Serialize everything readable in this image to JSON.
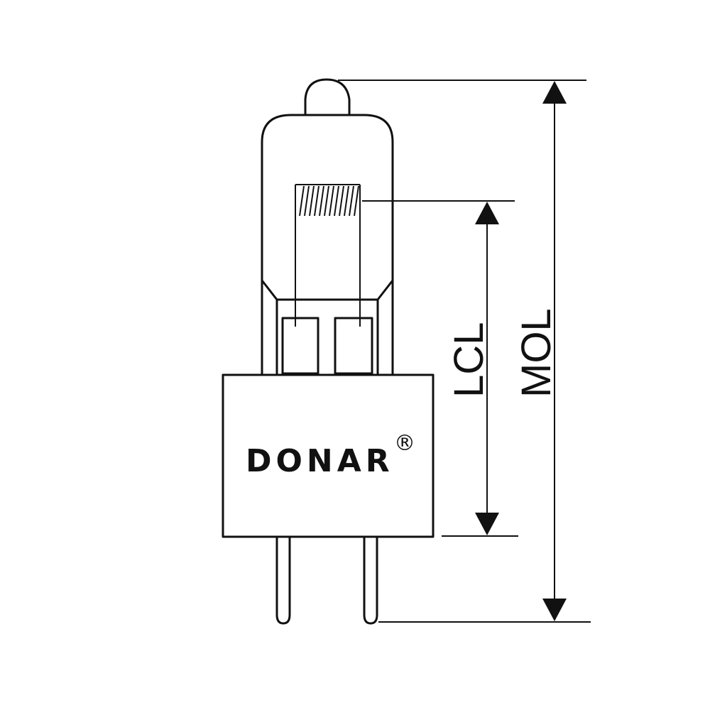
{
  "brand": {
    "name": "DONAR",
    "registered_mark": "®"
  },
  "dimensions": {
    "lcl_label": "LCL",
    "mol_label": "MOL"
  }
}
